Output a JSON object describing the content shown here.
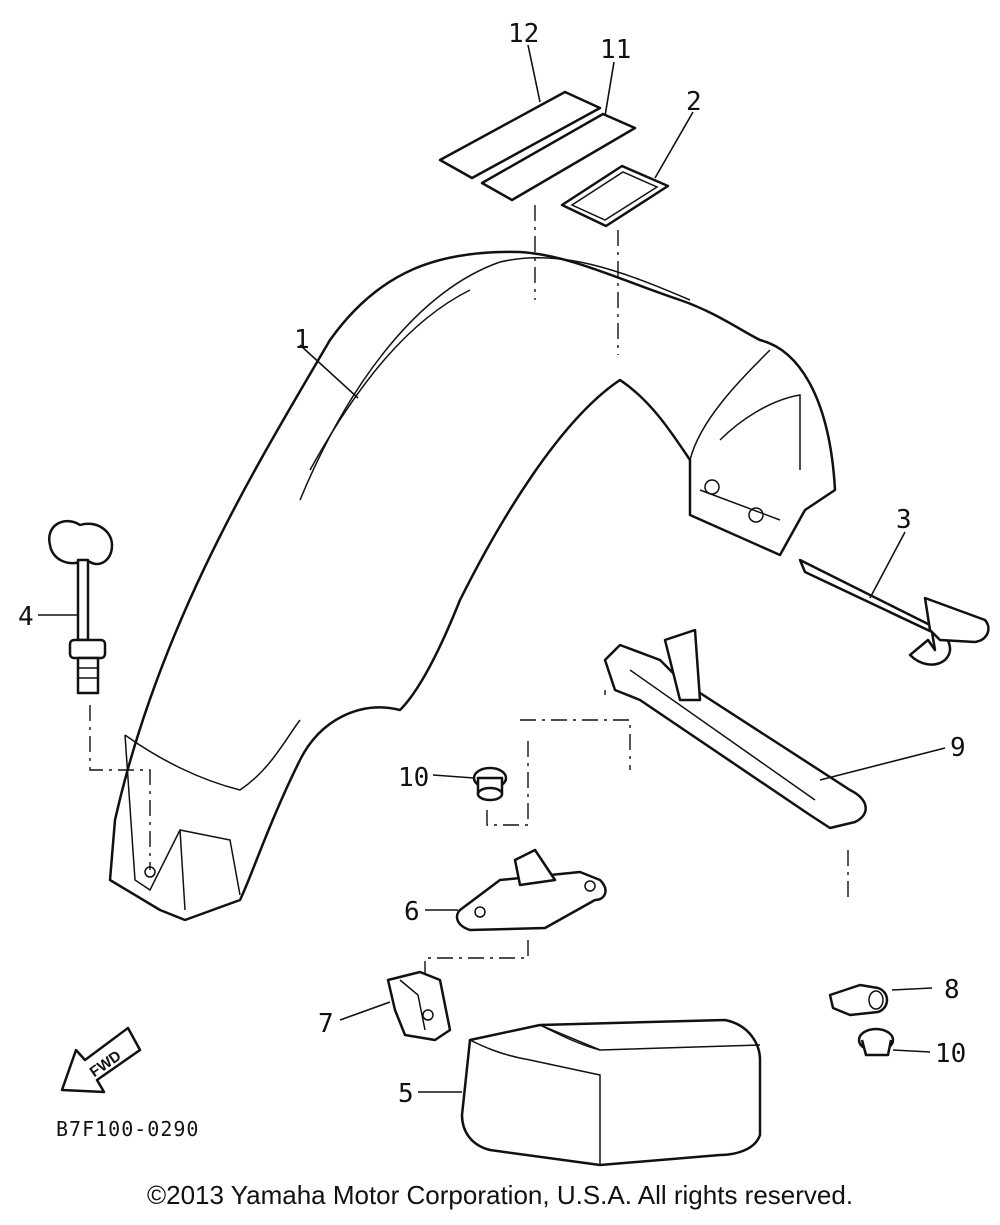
{
  "callouts": {
    "c1": "1",
    "c2": "2",
    "c3": "3",
    "c4": "4",
    "c5": "5",
    "c6": "6",
    "c7": "7",
    "c8": "8",
    "c9": "9",
    "c10a": "10",
    "c10b": "10",
    "c11": "11",
    "c12": "12"
  },
  "direction_label": "FWD",
  "reference_code": "B7F100-0290",
  "copyright": "©2013 Yamaha Motor Corporation, U.S.A. All rights reserved."
}
